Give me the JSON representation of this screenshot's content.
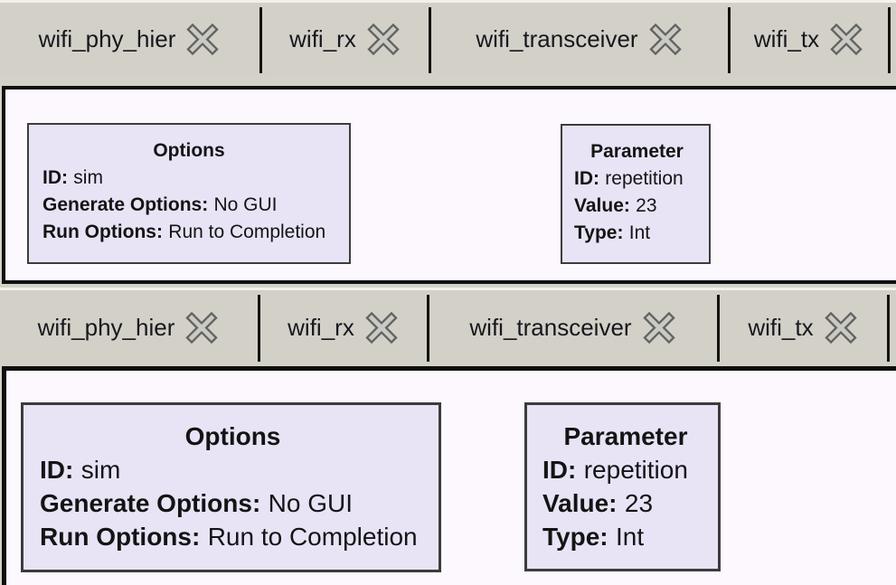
{
  "tabs": [
    {
      "label": "wifi_phy_hier"
    },
    {
      "label": "wifi_rx"
    },
    {
      "label": "wifi_transceiver"
    },
    {
      "label": "wifi_tx"
    }
  ],
  "blocks": {
    "options": {
      "title": "Options",
      "fields": [
        {
          "label": "ID:",
          "value": "sim"
        },
        {
          "label": "Generate Options:",
          "value": "No GUI"
        },
        {
          "label": "Run Options:",
          "value": "Run to Completion"
        }
      ]
    },
    "parameter": {
      "title": "Parameter",
      "fields": [
        {
          "label": "ID:",
          "value": "repetition"
        },
        {
          "label": "Value:",
          "value": "23"
        },
        {
          "label": "Type:",
          "value": "Int"
        }
      ]
    }
  },
  "icons": {
    "tab_close": "close-x"
  },
  "colors": {
    "window_bg": "#d4d1c8",
    "tabbar_bg": "#d3d0c8",
    "tabbar_highlight": "#f2f1ec",
    "separator": "#151310",
    "tab_text": "#17171d",
    "canvas_bg": "#fcf8fd",
    "canvas_border": "#0f0f0f",
    "block_fill": "#e8e4f6",
    "block_border": "#3c3c3c",
    "block_text": "#141414",
    "close_icon_fill": "#c9c9c5",
    "close_icon_stroke": "#63635f"
  }
}
